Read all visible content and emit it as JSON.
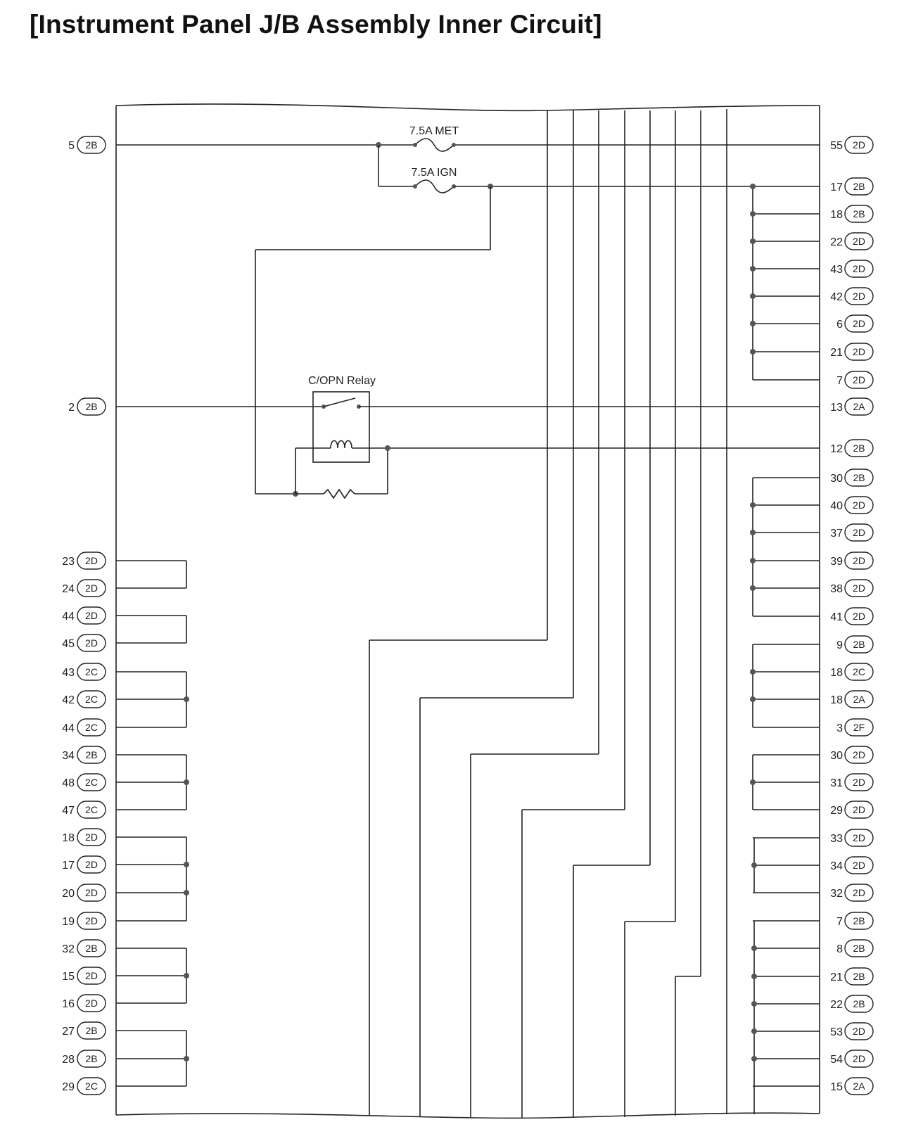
{
  "title": "[Instrument Panel J/B Assembly Inner Circuit]",
  "fuses": [
    {
      "label": "7.5A MET"
    },
    {
      "label": "7.5A IGN"
    }
  ],
  "relay": {
    "label": "C/OPN Relay"
  },
  "left_terminals": [
    {
      "pin": "5",
      "connector": "2B"
    },
    {
      "pin": "2",
      "connector": "2B"
    },
    {
      "pin": "23",
      "connector": "2D"
    },
    {
      "pin": "24",
      "connector": "2D"
    },
    {
      "pin": "44",
      "connector": "2D"
    },
    {
      "pin": "45",
      "connector": "2D"
    },
    {
      "pin": "43",
      "connector": "2C"
    },
    {
      "pin": "42",
      "connector": "2C"
    },
    {
      "pin": "44",
      "connector": "2C"
    },
    {
      "pin": "34",
      "connector": "2B"
    },
    {
      "pin": "48",
      "connector": "2C"
    },
    {
      "pin": "47",
      "connector": "2C"
    },
    {
      "pin": "18",
      "connector": "2D"
    },
    {
      "pin": "17",
      "connector": "2D"
    },
    {
      "pin": "20",
      "connector": "2D"
    },
    {
      "pin": "19",
      "connector": "2D"
    },
    {
      "pin": "32",
      "connector": "2B"
    },
    {
      "pin": "15",
      "connector": "2D"
    },
    {
      "pin": "16",
      "connector": "2D"
    },
    {
      "pin": "27",
      "connector": "2B"
    },
    {
      "pin": "28",
      "connector": "2B"
    },
    {
      "pin": "29",
      "connector": "2C"
    }
  ],
  "right_terminals": [
    {
      "pin": "55",
      "connector": "2D"
    },
    {
      "pin": "17",
      "connector": "2B"
    },
    {
      "pin": "18",
      "connector": "2B"
    },
    {
      "pin": "22",
      "connector": "2D"
    },
    {
      "pin": "43",
      "connector": "2D"
    },
    {
      "pin": "42",
      "connector": "2D"
    },
    {
      "pin": "6",
      "connector": "2D"
    },
    {
      "pin": "21",
      "connector": "2D"
    },
    {
      "pin": "7",
      "connector": "2D"
    },
    {
      "pin": "13",
      "connector": "2A"
    },
    {
      "pin": "12",
      "connector": "2B"
    },
    {
      "pin": "30",
      "connector": "2B"
    },
    {
      "pin": "40",
      "connector": "2D"
    },
    {
      "pin": "37",
      "connector": "2D"
    },
    {
      "pin": "39",
      "connector": "2D"
    },
    {
      "pin": "38",
      "connector": "2D"
    },
    {
      "pin": "41",
      "connector": "2D"
    },
    {
      "pin": "9",
      "connector": "2B"
    },
    {
      "pin": "18",
      "connector": "2C"
    },
    {
      "pin": "18",
      "connector": "2A"
    },
    {
      "pin": "3",
      "connector": "2F"
    },
    {
      "pin": "30",
      "connector": "2D"
    },
    {
      "pin": "31",
      "connector": "2D"
    },
    {
      "pin": "29",
      "connector": "2D"
    },
    {
      "pin": "33",
      "connector": "2D"
    },
    {
      "pin": "34",
      "connector": "2D"
    },
    {
      "pin": "32",
      "connector": "2D"
    },
    {
      "pin": "7",
      "connector": "2B"
    },
    {
      "pin": "8",
      "connector": "2B"
    },
    {
      "pin": "21",
      "connector": "2B"
    },
    {
      "pin": "22",
      "connector": "2B"
    },
    {
      "pin": "53",
      "connector": "2D"
    },
    {
      "pin": "54",
      "connector": "2D"
    },
    {
      "pin": "15",
      "connector": "2A"
    }
  ]
}
